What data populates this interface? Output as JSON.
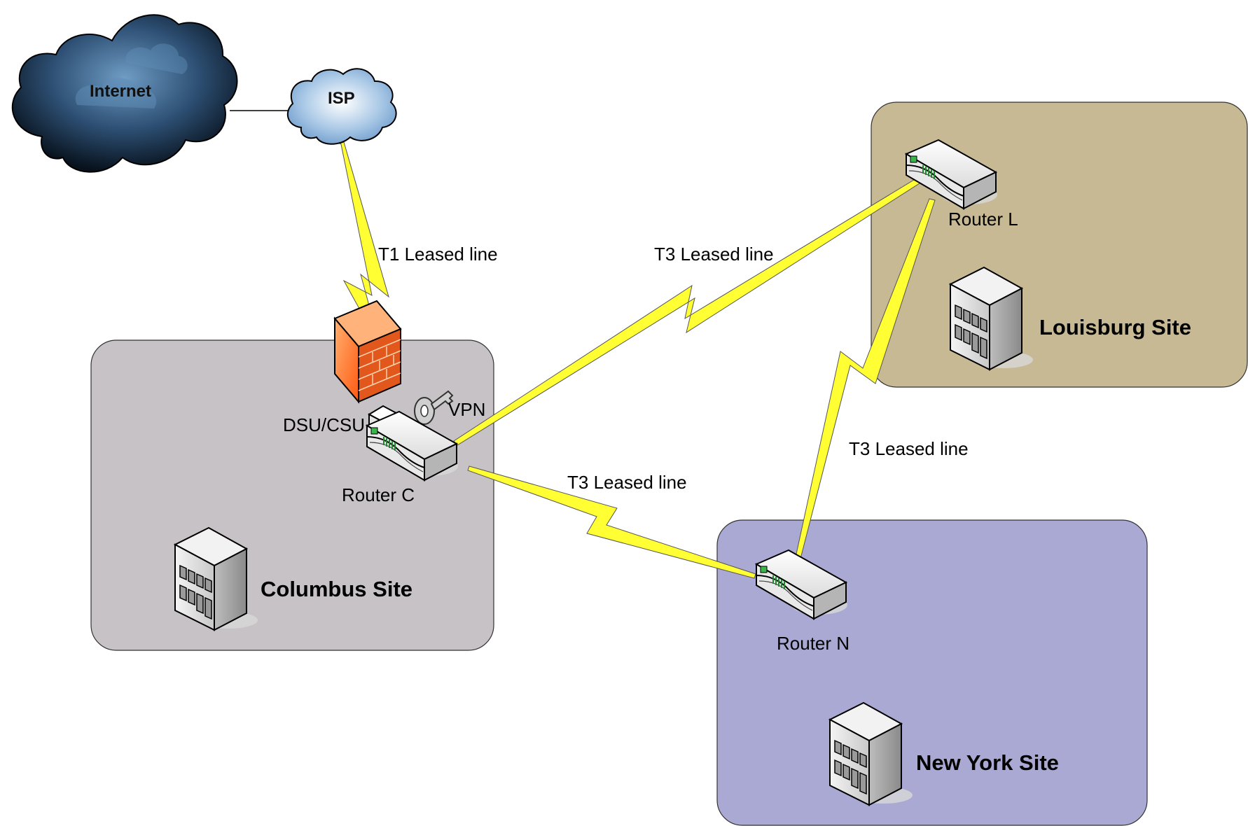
{
  "diagram": {
    "clouds": {
      "internet": "Internet",
      "isp": "ISP"
    },
    "links": {
      "isp_to_firewall": "T1 Leased line",
      "columbus_to_louisburg": "T3 Leased line",
      "columbus_to_newyork": "T3 Leased line",
      "louisburg_to_newyork": "T3 Leased line"
    },
    "sites": {
      "columbus": "Columbus Site",
      "louisburg": "Louisburg Site",
      "newyork": "New York Site"
    },
    "devices": {
      "router_c": "Router C",
      "router_l": "Router L",
      "router_n": "Router N",
      "dsu_csu": "DSU/CSU",
      "vpn": "VPN"
    },
    "colors": {
      "columbus_fill": "#c6c2c6",
      "louisburg_fill": "#c7b994",
      "newyork_fill": "#a9a9d3",
      "lightning": "#ffff33",
      "firewall": "#ff7a2f",
      "cloud_dark": "#0c1a2a",
      "cloud_light": "#8ab4d8"
    }
  }
}
